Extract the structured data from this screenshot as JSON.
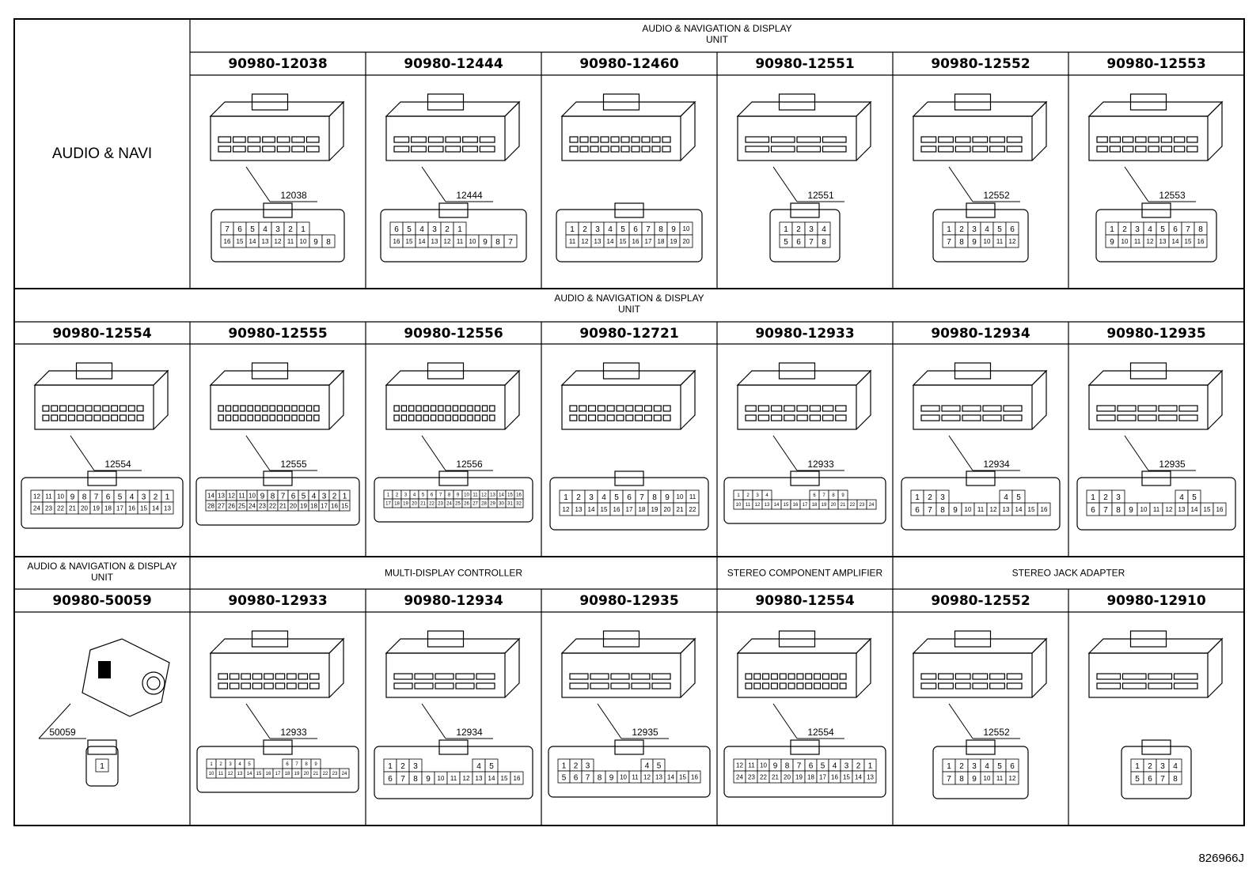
{
  "side_label": "AUDIO & NAVI",
  "rows": [
    {
      "section_headers": [
        {
          "lines": [
            "AUDIO & NAVIGATION & DISPLAY",
            "UNIT"
          ]
        }
      ],
      "connectors": [
        {
          "part_number": "90980-12038",
          "tag": "12038",
          "pins": [
            [
              "7",
              "6",
              "5",
              "4",
              "3",
              "2",
              "1"
            ],
            [
              "16",
              "15",
              "14",
              "13",
              "12",
              "11",
              "10",
              "9",
              "8"
            ]
          ]
        },
        {
          "part_number": "90980-12444",
          "tag": "12444",
          "pins": [
            [
              "6",
              "5",
              "4",
              "3",
              "2",
              "1"
            ],
            [
              "16",
              "15",
              "14",
              "13",
              "12",
              "11",
              "10",
              "9",
              "8",
              "7"
            ]
          ]
        },
        {
          "part_number": "90980-12460",
          "tag": "",
          "pins": [
            [
              "1",
              "2",
              "3",
              "4",
              "5",
              "6",
              "7",
              "8",
              "9",
              "10"
            ],
            [
              "11",
              "12",
              "13",
              "14",
              "15",
              "16",
              "17",
              "18",
              "19",
              "20"
            ]
          ]
        },
        {
          "part_number": "90980-12551",
          "tag": "12551",
          "pins": [
            [
              "1",
              "2",
              "3",
              "4"
            ],
            [
              "5",
              "6",
              "7",
              "8"
            ]
          ]
        },
        {
          "part_number": "90980-12552",
          "tag": "12552",
          "pins": [
            [
              "1",
              "2",
              "3",
              "4",
              "5",
              "6"
            ],
            [
              "7",
              "8",
              "9",
              "10",
              "11",
              "12"
            ]
          ]
        },
        {
          "part_number": "90980-12553",
          "tag": "12553",
          "pins": [
            [
              "1",
              "2",
              "3",
              "4",
              "5",
              "6",
              "7",
              "8"
            ],
            [
              "9",
              "10",
              "11",
              "12",
              "13",
              "14",
              "15",
              "16"
            ]
          ]
        }
      ]
    },
    {
      "section_headers": [
        {
          "lines": [
            "AUDIO & NAVIGATION & DISPLAY",
            "UNIT"
          ]
        }
      ],
      "connectors": [
        {
          "part_number": "90980-12554",
          "tag": "12554",
          "pins": [
            [
              "12",
              "11",
              "10",
              "9",
              "8",
              "7",
              "6",
              "5",
              "4",
              "3",
              "2",
              "1"
            ],
            [
              "24",
              "23",
              "22",
              "21",
              "20",
              "19",
              "18",
              "17",
              "16",
              "15",
              "14",
              "13"
            ]
          ]
        },
        {
          "part_number": "90980-12555",
          "tag": "12555",
          "pins": [
            [
              "14",
              "13",
              "12",
              "11",
              "10",
              "9",
              "8",
              "7",
              "6",
              "5",
              "4",
              "3",
              "2",
              "1"
            ],
            [
              "28",
              "27",
              "26",
              "25",
              "24",
              "23",
              "22",
              "21",
              "20",
              "19",
              "18",
              "17",
              "16",
              "15"
            ]
          ]
        },
        {
          "part_number": "90980-12556",
          "tag": "12556",
          "pins": [
            [
              "1",
              "2",
              "3",
              "4",
              "5",
              "6",
              "7",
              "8",
              "9",
              "10",
              "11",
              "12",
              "13",
              "14",
              "15",
              "16"
            ],
            [
              "17",
              "18",
              "19",
              "20",
              "21",
              "22",
              "23",
              "24",
              "25",
              "26",
              "27",
              "28",
              "29",
              "30",
              "31",
              "32"
            ]
          ]
        },
        {
          "part_number": "90980-12721",
          "tag": "",
          "pins": [
            [
              "1",
              "2",
              "3",
              "4",
              "5",
              "6",
              "7",
              "8",
              "9",
              "10",
              "11"
            ],
            [
              "12",
              "13",
              "14",
              "15",
              "16",
              "17",
              "18",
              "19",
              "20",
              "21",
              "22"
            ]
          ]
        },
        {
          "part_number": "90980-12933",
          "tag": "12933",
          "pins": [
            [
              "1",
              "2",
              "3",
              "4",
              "",
              "",
              "",
              "",
              "6",
              "7",
              "8",
              "9"
            ],
            [
              "10",
              "11",
              "12",
              "13",
              "14",
              "15",
              "16",
              "17",
              "18",
              "19",
              "20",
              "21",
              "22",
              "23",
              "24"
            ]
          ]
        },
        {
          "part_number": "90980-12934",
          "tag": "12934",
          "pins": [
            [
              "1",
              "2",
              "3",
              "",
              "",
              "",
              "",
              "4",
              "5"
            ],
            [
              "6",
              "7",
              "8",
              "9",
              "10",
              "11",
              "12",
              "13",
              "14",
              "15",
              "16"
            ]
          ]
        },
        {
          "part_number": "90980-12935",
          "tag": "12935",
          "pins": [
            [
              "1",
              "2",
              "3",
              "",
              "",
              "",
              "",
              "4",
              "5"
            ],
            [
              "6",
              "7",
              "8",
              "9",
              "10",
              "11",
              "12",
              "13",
              "14",
              "15",
              "16"
            ]
          ]
        }
      ]
    },
    {
      "section_headers": [
        {
          "lines": [
            "AUDIO & NAVIGATION & DISPLAY",
            "UNIT"
          ]
        },
        {
          "lines": [
            "MULTI-DISPLAY CONTROLLER"
          ]
        },
        {
          "lines": [
            "STEREO COMPONENT AMPLIFIER"
          ]
        },
        {
          "lines": [
            "STEREO JACK ADAPTER"
          ]
        }
      ],
      "connectors": [
        {
          "part_number": "90980-50059",
          "tag": "50059",
          "pins": [
            [
              "1"
            ]
          ]
        },
        {
          "part_number": "90980-12933",
          "tag": "12933",
          "pins": [
            [
              "1",
              "2",
              "3",
              "4",
              "5",
              "",
              "",
              "",
              "6",
              "7",
              "8",
              "9"
            ],
            [
              "10",
              "11",
              "12",
              "13",
              "14",
              "15",
              "16",
              "17",
              "18",
              "19",
              "20",
              "21",
              "22",
              "23",
              "24"
            ]
          ]
        },
        {
          "part_number": "90980-12934",
          "tag": "12934",
          "pins": [
            [
              "1",
              "2",
              "3",
              "",
              "",
              "",
              "",
              "4",
              "5"
            ],
            [
              "6",
              "7",
              "8",
              "9",
              "10",
              "11",
              "12",
              "13",
              "14",
              "15",
              "16"
            ]
          ]
        },
        {
          "part_number": "90980-12935",
          "tag": "12935",
          "pins": [
            [
              "1",
              "2",
              "3",
              "",
              "",
              "",
              "",
              "4",
              "5"
            ],
            [
              "5",
              "6",
              "7",
              "8",
              "9",
              "10",
              "11",
              "12",
              "13",
              "14",
              "15",
              "16"
            ]
          ]
        },
        {
          "part_number": "90980-12554",
          "tag": "12554",
          "pins": [
            [
              "12",
              "11",
              "10",
              "9",
              "8",
              "7",
              "6",
              "5",
              "4",
              "3",
              "2",
              "1"
            ],
            [
              "24",
              "23",
              "22",
              "21",
              "20",
              "19",
              "18",
              "17",
              "16",
              "15",
              "14",
              "13"
            ]
          ]
        },
        {
          "part_number": "90980-12552",
          "tag": "12552",
          "pins": [
            [
              "1",
              "2",
              "3",
              "4",
              "5",
              "6"
            ],
            [
              "7",
              "8",
              "9",
              "10",
              "11",
              "12"
            ]
          ]
        },
        {
          "part_number": "90980-12910",
          "tag": "",
          "pins": [
            [
              "1",
              "2",
              "3",
              "4"
            ],
            [
              "5",
              "6",
              "7",
              "8"
            ]
          ]
        }
      ]
    }
  ],
  "figure_id": "826966J"
}
